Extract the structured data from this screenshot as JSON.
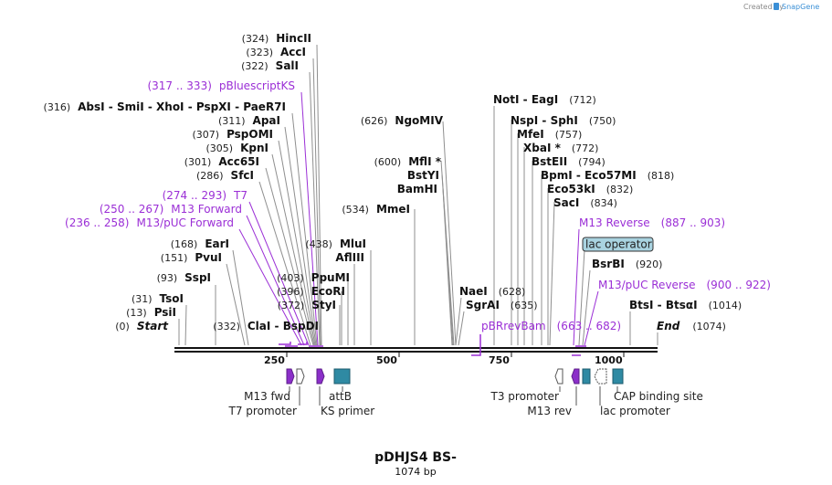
{
  "credit": "Created by",
  "brand": "SnapGene",
  "title": "pDHJS4 BS-",
  "length": "1074 bp",
  "ruler_ticks": [
    "250",
    "500",
    "750",
    "1000"
  ],
  "enzyme_rows": [
    {
      "pos": "(324)",
      "name": "HincII"
    },
    {
      "pos": "(323)",
      "name": "AccI"
    },
    {
      "pos": "(322)",
      "name": "SalI"
    },
    {
      "pos": "(317 .. 333)",
      "name": "pBluescriptKS",
      "kind": "primer"
    },
    {
      "pos": "(316)",
      "name": "AbsI  - SmiI  - XhoI  - PspXI  - PaeR7I"
    },
    {
      "pos": "(311)",
      "name": "ApaI"
    },
    {
      "pos": "(307)",
      "name": "PspOMI"
    },
    {
      "pos": "(305)",
      "name": "KpnI"
    },
    {
      "pos": "(301)",
      "name": "Acc65I"
    },
    {
      "pos": "(286)",
      "name": "SfcI"
    },
    {
      "pos": "(274 .. 293)",
      "name": "T7",
      "kind": "primer"
    },
    {
      "pos": "(250 .. 267)",
      "name": "M13 Forward",
      "kind": "primer"
    },
    {
      "pos": "(236 .. 258)",
      "name": "M13/pUC Forward",
      "kind": "primer"
    },
    {
      "pos": "(168)",
      "name": "EarI"
    },
    {
      "pos": "(151)",
      "name": "PvuI"
    },
    {
      "pos": "(93)",
      "name": "SspI"
    },
    {
      "pos": "(31)",
      "name": "TsoI"
    },
    {
      "pos": "(13)",
      "name": "PsiI"
    },
    {
      "pos": "(0)",
      "name": "Start",
      "kind": "end"
    },
    {
      "pos": "(332)",
      "name": "ClaI  - BspDI"
    },
    {
      "pos": "(438)",
      "name": "MluI"
    },
    {
      "pos": "",
      "name": "AflIII"
    },
    {
      "pos": "(403)",
      "name": "PpuMI"
    },
    {
      "pos": "(396)",
      "name": "EcoRI"
    },
    {
      "pos": "(372)",
      "name": "StyI"
    },
    {
      "pos": "(534)",
      "name": "MmeI"
    },
    {
      "pos": "(626)",
      "name": "NgoMIV"
    },
    {
      "pos": "(600)",
      "name": "MflI *"
    },
    {
      "pos": "",
      "name": "BstYI"
    },
    {
      "pos": "",
      "name": "BamHI"
    },
    {
      "pos": "(712)",
      "name": "NotI  - EagI"
    },
    {
      "pos": "(750)",
      "name": "NspI  - SphI"
    },
    {
      "pos": "(757)",
      "name": "MfeI"
    },
    {
      "pos": "(772)",
      "name": "XbaI *"
    },
    {
      "pos": "(794)",
      "name": "BstEII"
    },
    {
      "pos": "(818)",
      "name": "BpmI  - Eco57MI"
    },
    {
      "pos": "(832)",
      "name": "Eco53kI"
    },
    {
      "pos": "(834)",
      "name": "SacI"
    },
    {
      "pos": "(887 .. 903)",
      "name": "M13 Reverse",
      "kind": "primer"
    },
    {
      "pos": "",
      "name": "lac operator",
      "kind": "box"
    },
    {
      "pos": "(920)",
      "name": "BsrBI"
    },
    {
      "pos": "(900 .. 922)",
      "name": "M13/pUC Reverse",
      "kind": "primer"
    },
    {
      "pos": "(628)",
      "name": "NaeI"
    },
    {
      "pos": "(635)",
      "name": "SgrAI"
    },
    {
      "pos": "(663 .. 682)",
      "name": "pBRrevBam",
      "kind": "primer"
    },
    {
      "pos": "(1014)",
      "name": "BtsI  - BtsαI"
    },
    {
      "pos": "(1074)",
      "name": "End",
      "kind": "end"
    }
  ],
  "features_below": [
    {
      "name": "M13 fwd"
    },
    {
      "name": "T7 promoter"
    },
    {
      "name": "attB"
    },
    {
      "name": "KS primer"
    },
    {
      "name": "T3 promoter"
    },
    {
      "name": "M13 rev"
    },
    {
      "name": "CAP binding site"
    },
    {
      "name": "lac promoter"
    }
  ],
  "colors": {
    "primer": "#9b2fd6",
    "feature_teal": "#2f8aa3",
    "operator_fill": "#a9d3e0",
    "snapgene_blue": "#3a8fd6"
  },
  "icons": [
    "snapgene-logo-icon"
  ]
}
